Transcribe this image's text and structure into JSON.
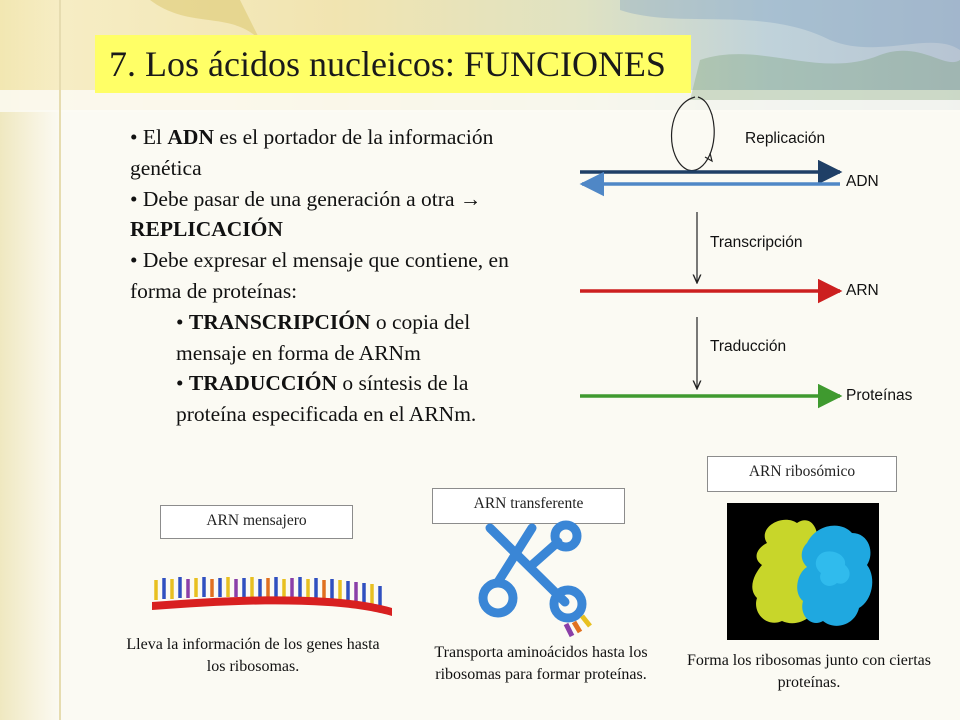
{
  "title": "7. Los ácidos nucleicos: FUNCIONES",
  "bullets": {
    "b1": {
      "pre": "• El ",
      "bold": "ADN",
      "post": " es el portador de la información genética"
    },
    "b2": {
      "pre": "• Debe pasar de una generación a otra ",
      "arrow": "→",
      "bold": " REPLICACIÓN"
    },
    "b3": "• Debe expresar el mensaje que contiene, en forma de proteínas:",
    "s1": {
      "pre": "• ",
      "bold": "TRANSCRIPCIÓN",
      "post": " o copia del mensaje en forma de ARNm"
    },
    "s2": {
      "pre": "• ",
      "bold": "TRADUCCIÓN",
      "post": " o síntesis de la proteína especificada en el ARNm."
    }
  },
  "diagram": {
    "replicacion": "Replicación",
    "adn": "ADN",
    "transcripcion": "Transcripción",
    "arn": "ARN",
    "traduccion": "Traducción",
    "proteinas": "Proteínas",
    "colors": {
      "adn_top": "#1f3f66",
      "adn_bottom": "#4f87c6",
      "arn": "#cc1f1f",
      "proteinas": "#3f9a2f"
    }
  },
  "panels": {
    "mensajero": {
      "label": "ARN mensajero",
      "caption": "Lleva la información de los genes hasta los ribosomas."
    },
    "transferente": {
      "label": "ARN transferente",
      "caption": "Transporta aminoácidos hasta los ribosomas para formar proteínas."
    },
    "ribosomico": {
      "label": "ARN ribosómico",
      "caption": "Forma los ribosomas junto con ciertas proteínas."
    }
  }
}
